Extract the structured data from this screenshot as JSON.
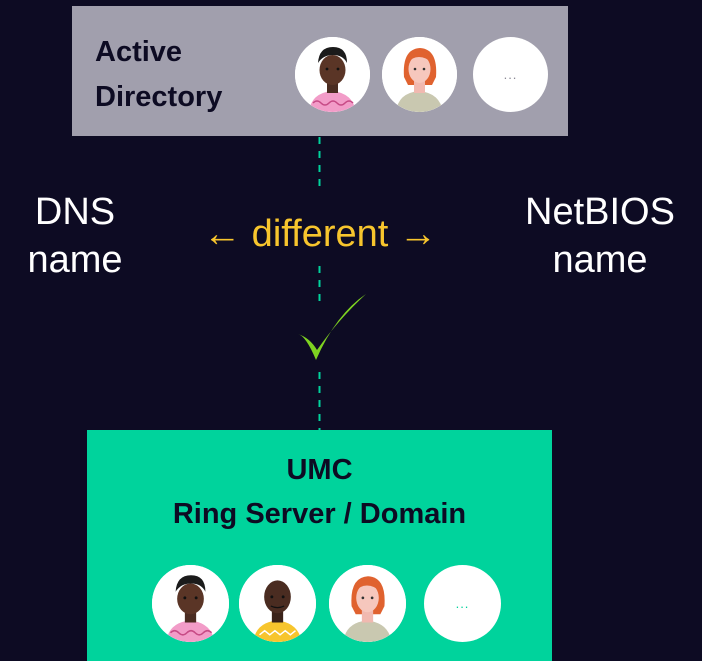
{
  "active_directory": {
    "title_line1": "Active",
    "title_line2": "Directory",
    "more": "..."
  },
  "labels": {
    "left_line1": "DNS",
    "left_line2": "name",
    "middle": "← different →",
    "right_line1": "NetBIOS",
    "right_line2": "name",
    "check_mark": "✓"
  },
  "umc": {
    "title_line1": "UMC",
    "title_line2": "Ring Server / Domain",
    "more": "..."
  },
  "colors": {
    "background": "#0d0b23",
    "ad_box": "#a19fad",
    "umc_box": "#00d39c",
    "connector": "#00d39c",
    "accent_yellow": "#f7c52d",
    "check": "#7ed321"
  }
}
